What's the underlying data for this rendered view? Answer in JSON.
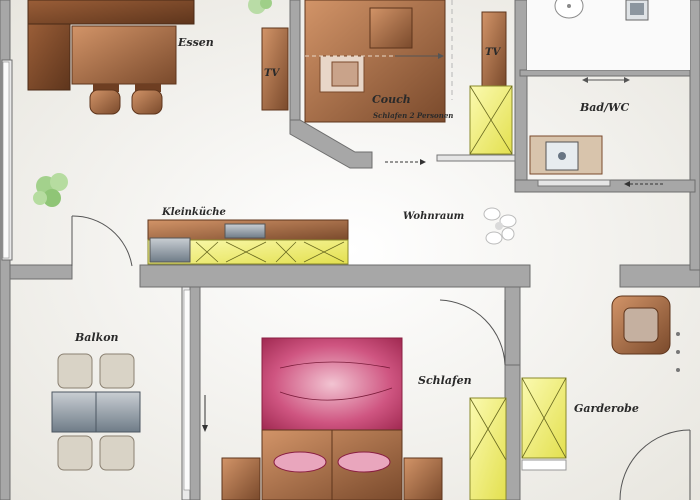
{
  "rooms": {
    "essen": "Essen",
    "couch": "Couch",
    "couch_note": "Schlafen 2 Personen",
    "bad": "Bad/WC",
    "kleinkueche": "Kleinküche",
    "wohnraum": "Wohnraum",
    "balkon": "Balkon",
    "schlafen": "Schlafen",
    "garderobe": "Garderobe"
  },
  "tv_labels": [
    "TV",
    "TV"
  ],
  "colors": {
    "wall": "#9a9a9a",
    "floor": "#f4f3ef",
    "wood_dark": "#7a4a2c",
    "wood_light": "#c78a5c",
    "cabinet_yellow": "#f0ee7a",
    "bed_magenta": "#c8406a",
    "balcony_table": "#7e8c99"
  }
}
